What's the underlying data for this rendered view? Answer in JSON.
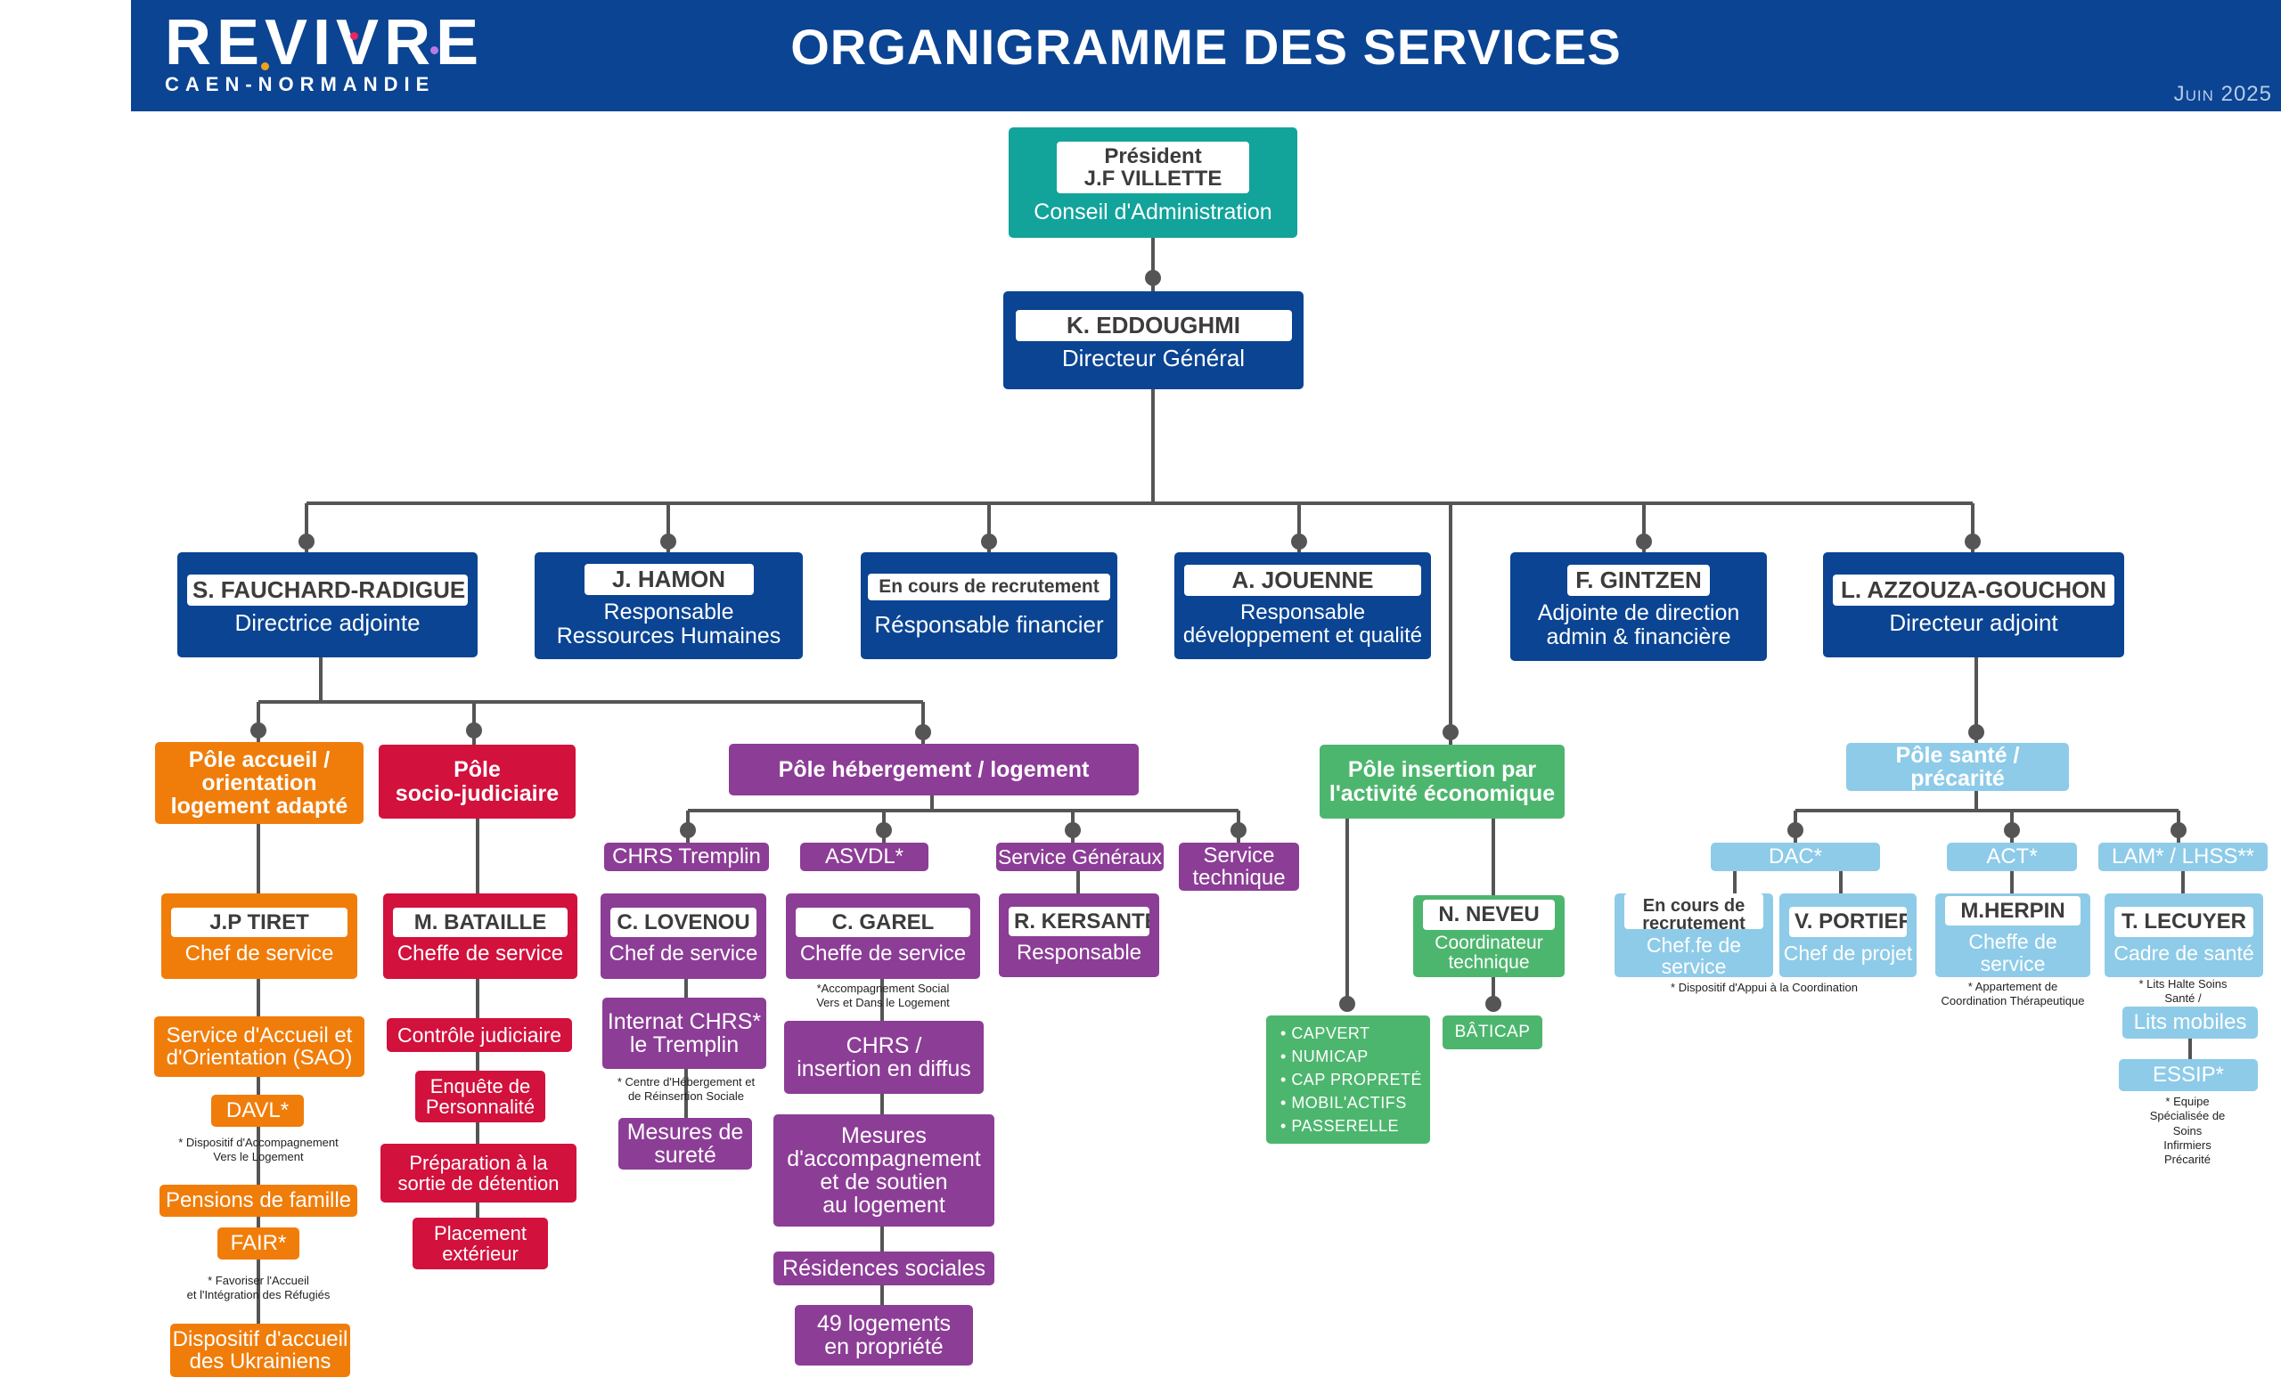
{
  "header": {
    "logo_text": "REVIVRE",
    "logo_sub": "CAEN-NORMANDIE",
    "title": "ORGANIGRAMME DES SERVICES",
    "date": "Juin 2025"
  },
  "colors": {
    "dark_blue": "#0a4493",
    "teal": "#12a39b",
    "orange": "#f07d0a",
    "red": "#d2113d",
    "purple": "#8c3d96",
    "green": "#4db66e",
    "light_blue": "#8ecbe8",
    "connector": "#555555"
  },
  "president": {
    "title": "Président",
    "name": "J.F VILLETTE",
    "body": "Conseil  d'Administration"
  },
  "dg": {
    "name": "K. EDDOUGHMI",
    "role": "Directeur Général"
  },
  "managers": [
    {
      "name": "S. FAUCHARD-RADIGUE",
      "role": "Directrice adjointe"
    },
    {
      "name": "J. HAMON",
      "role": "Responsable\nRessources Humaines"
    },
    {
      "name": "En cours de recrutement",
      "role": "Résponsable financier"
    },
    {
      "name": "A. JOUENNE",
      "role": "Responsable\ndéveloppement et qualité"
    },
    {
      "name": "F. GINTZEN",
      "role": "Adjointe de direction\nadmin & financière"
    },
    {
      "name": "L. AZZOUZA-GOUCHON",
      "role": "Directeur adjoint"
    }
  ],
  "poles": {
    "accueil": "Pôle accueil /\norientation\nlogement adapté",
    "socio": "Pôle\nsocio-judiciaire",
    "hebergement": "Pôle hébergement / logement",
    "insertion": "Pôle insertion par\nl'activité économique",
    "sante": "Pôle santé / précarité"
  },
  "accueil": {
    "head": {
      "name": "J.P TIRET",
      "role": "Chef de service"
    },
    "items": [
      "Service d'Accueil et\nd'Orientation (SAO)",
      "DAVL*",
      "Pensions de famille",
      "FAIR*",
      "Dispositif d'accueil\ndes Ukrainiens"
    ],
    "note_davl": "*  Dispositif d'Accompagnement\nVers le Logement",
    "note_fair": "* Favoriser l'Accueil\net l'Intégration des Réfugiés"
  },
  "socio": {
    "head": {
      "name": "M. BATAILLE",
      "role": "Cheffe de service"
    },
    "items": [
      "Contrôle judiciaire",
      "Enquête de\nPersonnalité",
      "Préparation à la\nsortie de détention",
      "Placement\nextérieur"
    ]
  },
  "hebergement": {
    "services": [
      "CHRS Tremplin",
      "ASVDL*",
      "Service Généraux",
      "Service\ntechnique"
    ],
    "chrs_tremplin": {
      "head": {
        "name": "C. LOVENOU",
        "role": "Chef de service"
      },
      "items": [
        "Internat CHRS*\nle Tremplin",
        "Mesures de\nsureté"
      ],
      "note": "* Centre d'Hébergement et\nde Réinsertion Sociale"
    },
    "asvdl": {
      "head": {
        "name": "C. GAREL",
        "role": "Cheffe de service"
      },
      "items": [
        "CHRS /\ninsertion en diffus",
        "Mesures\nd'accompagnement\net de soutien\nau logement",
        "Résidences sociales",
        "49 logements\nen propriété"
      ],
      "note": "*Accompagnement Social\nVers et Dans le Logement"
    },
    "generaux": {
      "head": {
        "name": "R. KERSANTE",
        "role": "Responsable"
      }
    }
  },
  "insertion": {
    "list": [
      "CAPVERT",
      "NUMICAP",
      "CAP PROPRETÉ",
      "MOBIL'ACTIFS",
      "PASSERELLE"
    ],
    "head": {
      "name": "N. NEVEU",
      "role": "Coordinateur\ntechnique"
    },
    "item": "BÂTICAP"
  },
  "sante": {
    "groups": [
      "DAC*",
      "ACT*",
      "LAM* / LHSS**"
    ],
    "dac_heads": [
      {
        "name": "En cours de\nrecrutement",
        "role": "Chef.fe de service"
      },
      {
        "name": "V. PORTIER",
        "role": "Chef de projet"
      }
    ],
    "dac_note": "* Dispositif d'Appui à la Coordination",
    "act_head": {
      "name": "M.HERPIN",
      "role": "Cheffe de service"
    },
    "act_note": "* Appartement de\nCoordination Thérapeutique",
    "lam_head": {
      "name": "T. LECUYER",
      "role": "Cadre de santé"
    },
    "lam_note": "* Lits Halte Soins Santé /\n** Lits d'Accueil Médicalisés",
    "lam_items": [
      "Lits mobiles",
      "ESSIP*"
    ],
    "essip_note": "* Equipe Spécialisée de Soins\nInfirmiers Précarité"
  }
}
